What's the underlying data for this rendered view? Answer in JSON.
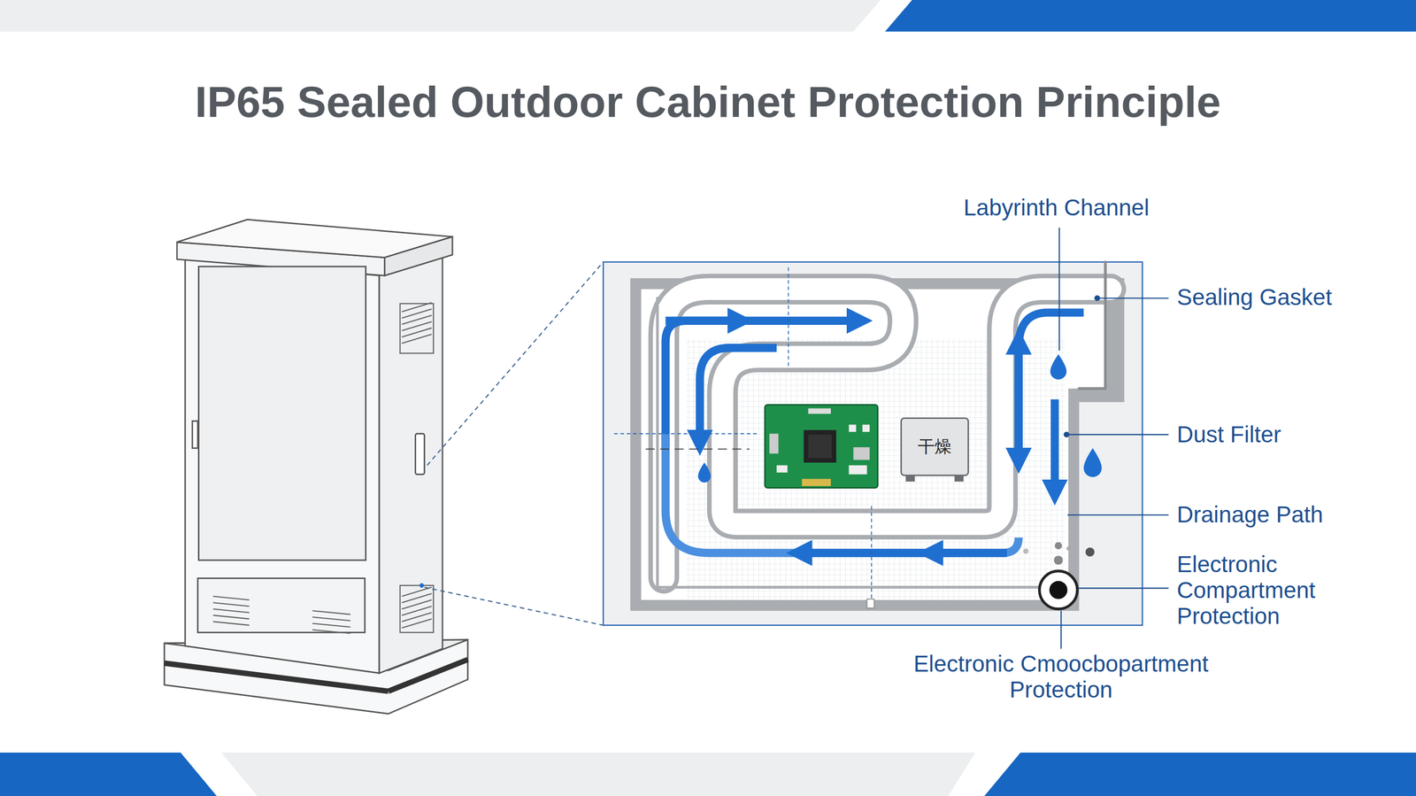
{
  "diagram": {
    "title": "IP65 Sealed Outdoor Cabinet Protection Principle",
    "nodes": [
      {
        "text": [
          "干燥"
        ]
      }
    ],
    "labels": [
      "Labyrinth Channel",
      "Sealing Gasket",
      "Dust Filter",
      "Drainage Path",
      "Electronic Compartment Protection",
      "Electronic Cmoocbopartment Protection"
    ]
  }
}
